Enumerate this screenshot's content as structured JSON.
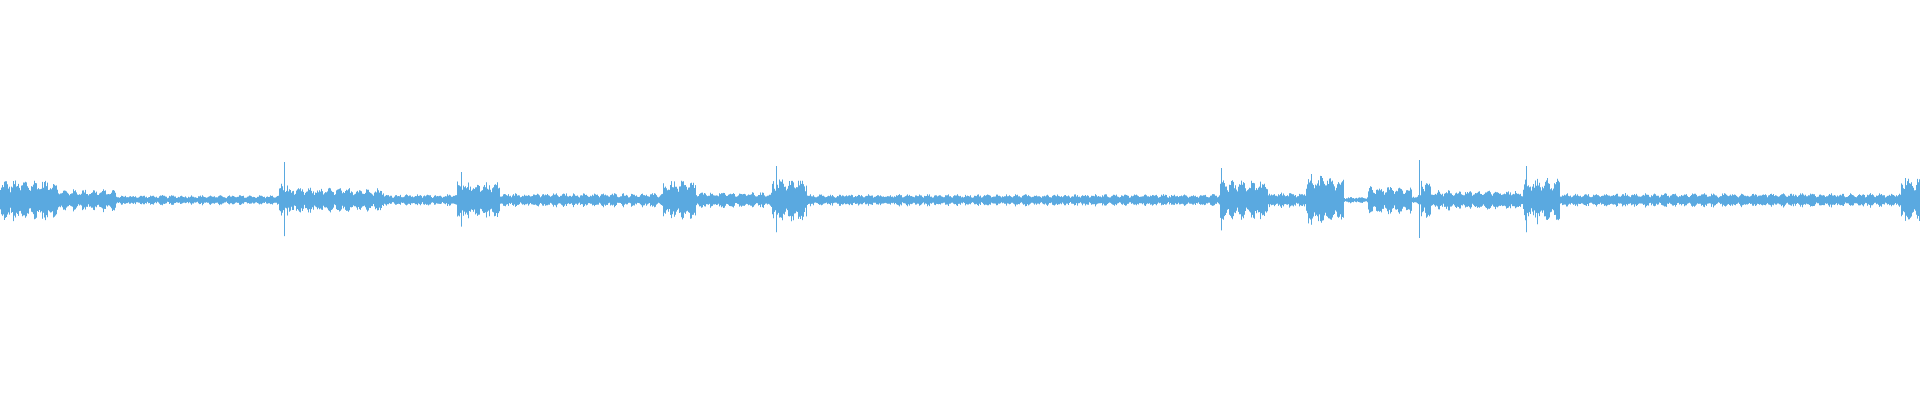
{
  "waveform": {
    "color": "#5aa9e0",
    "background": "#ffffff",
    "baseline_level": 0.08,
    "segments": [
      {
        "start": 0.0,
        "end": 0.03,
        "level": 0.42
      },
      {
        "start": 0.03,
        "end": 0.06,
        "level": 0.22
      },
      {
        "start": 0.06,
        "end": 0.145,
        "level": 0.1
      },
      {
        "start": 0.145,
        "end": 0.15,
        "level": 0.35
      },
      {
        "start": 0.15,
        "end": 0.2,
        "level": 0.25
      },
      {
        "start": 0.2,
        "end": 0.238,
        "level": 0.12
      },
      {
        "start": 0.238,
        "end": 0.26,
        "level": 0.38
      },
      {
        "start": 0.26,
        "end": 0.345,
        "level": 0.14
      },
      {
        "start": 0.345,
        "end": 0.362,
        "level": 0.4
      },
      {
        "start": 0.362,
        "end": 0.402,
        "level": 0.16
      },
      {
        "start": 0.402,
        "end": 0.42,
        "level": 0.45
      },
      {
        "start": 0.42,
        "end": 0.635,
        "level": 0.12
      },
      {
        "start": 0.635,
        "end": 0.66,
        "level": 0.4
      },
      {
        "start": 0.66,
        "end": 0.68,
        "level": 0.15
      },
      {
        "start": 0.68,
        "end": 0.7,
        "level": 0.5
      },
      {
        "start": 0.7,
        "end": 0.712,
        "level": 0.06
      },
      {
        "start": 0.712,
        "end": 0.735,
        "level": 0.28
      },
      {
        "start": 0.735,
        "end": 0.74,
        "level": 0.1
      },
      {
        "start": 0.74,
        "end": 0.745,
        "level": 0.45
      },
      {
        "start": 0.745,
        "end": 0.793,
        "level": 0.2
      },
      {
        "start": 0.793,
        "end": 0.812,
        "level": 0.45
      },
      {
        "start": 0.812,
        "end": 0.99,
        "level": 0.14
      },
      {
        "start": 0.99,
        "end": 1.0,
        "level": 0.5
      }
    ],
    "spikes": [
      {
        "position": 0.148,
        "level": 0.95
      },
      {
        "position": 0.24,
        "level": 0.7
      },
      {
        "position": 0.404,
        "level": 0.85
      },
      {
        "position": 0.636,
        "level": 0.8
      },
      {
        "position": 0.683,
        "level": 0.65
      },
      {
        "position": 0.688,
        "level": 0.6
      },
      {
        "position": 0.739,
        "level": 1.0
      },
      {
        "position": 0.795,
        "level": 0.85
      },
      {
        "position": 0.992,
        "level": 0.55
      }
    ]
  }
}
